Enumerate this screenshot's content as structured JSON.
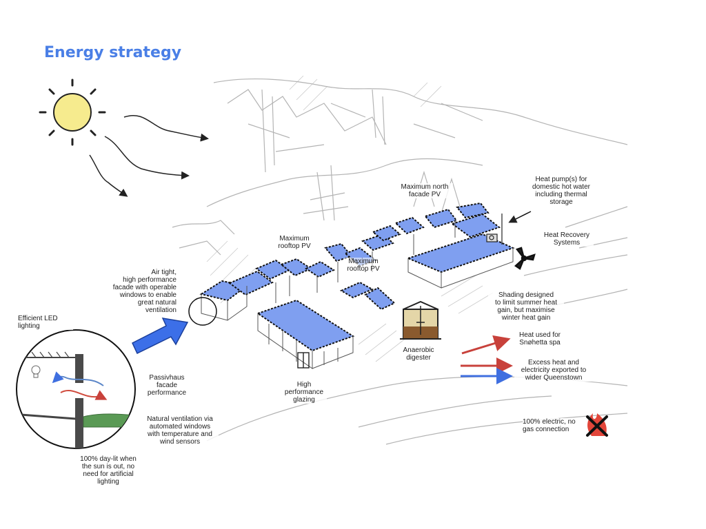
{
  "title": "Energy strategy",
  "colors": {
    "title": "#4a7fe6",
    "pv_panel": "#7f9ff0",
    "sun": "#f6eb8e",
    "heat_arrow": "#c8413b",
    "electric_arrow": "#3f6fe0",
    "arrow_fill": "#3c6fe8",
    "grass": "#5a9a55",
    "sketch": "#8a8a8a"
  },
  "icons": [
    "sun-icon",
    "wind-turbine-icon",
    "anaerobic-digester-icon",
    "no-gas-flame-icon",
    "light-bulb-icon"
  ],
  "labels": {
    "max_north_facade_pv": "Maximum north\nfacade PV",
    "heat_pumps": "Heat pump(s) for\ndomestic hot water\nincluding thermal\nstorage",
    "max_rooftop_pv_1": "Maximum\nrooftop PV",
    "max_rooftop_pv_2": "Maximum\nrooftop PV",
    "heat_recovery": "Heat Recovery\nSystems",
    "air_tight_facade": "Air tight,\nhigh performance\nfacade with operable\nwindows to enable\ngreat natural\nventilation",
    "shading": "Shading designed\nto limit  summer heat\ngain, but maximise\nwinter heat gain",
    "led_lighting": "Efficient LED\nlighting",
    "heat_used": "Heat used for\nSnøhetta spa",
    "anaerobic_digester": "Anaerobic\ndigester",
    "excess_heat": "Excess heat and\nelectricity exported to\nwider Queenstown",
    "passivhaus": "Passivhaus\nfacade\nperformance",
    "high_performance_glazing": "High\nperformance\nglazing",
    "natural_ventilation": "Natural ventilation via\nautomated windows\nwith temperature and\nwind sensors",
    "all_electric": "100% electric, no\ngas connection",
    "day_lit": "100% day-lit when\nthe sun is out, no\nneed for artificial\nlighting"
  }
}
